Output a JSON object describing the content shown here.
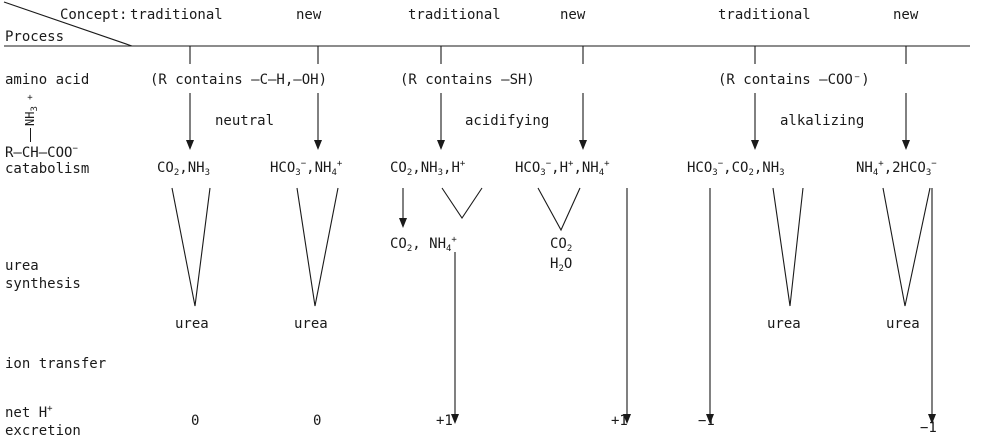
{
  "header": {
    "concept_label": "Concept:",
    "process_label": "Process",
    "columns": [
      "traditional",
      "new",
      "traditional",
      "new",
      "traditional",
      "new"
    ]
  },
  "rows": {
    "amino_acid": "amino acid",
    "catabolism": "catabolism",
    "urea_synthesis": [
      "urea",
      "synthesis"
    ],
    "ion_transfer": "ion transfer",
    "net_excretion": [
      "net H",
      "excretion"
    ]
  },
  "formula": {
    "nh3": "NH",
    "r_chain": "R–CH–COO"
  },
  "groups": [
    {
      "condition": "(R contains –C–H,–OH)",
      "type": "neutral"
    },
    {
      "condition": "(R contains –SH)",
      "type": "acidifying"
    },
    {
      "condition": "(R contains –COO⁻)",
      "type": "alkalizing"
    }
  ],
  "products": {
    "urea": "urea",
    "co2": "CO",
    "nh4": "NH",
    "h2o": "H",
    "o": "O"
  },
  "net_values": [
    "0",
    "0",
    "+1",
    "+1",
    "−1",
    "−1"
  ]
}
